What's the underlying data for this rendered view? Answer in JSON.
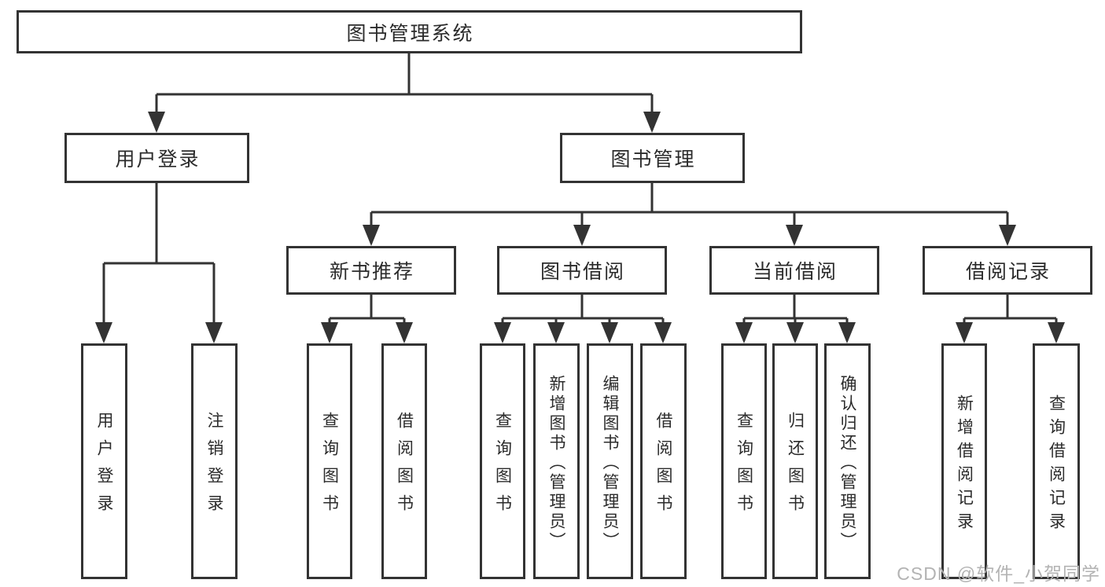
{
  "colors": {
    "line": "#333333",
    "box_border": "#333333",
    "text": "#2b2b2b",
    "background": "#ffffff",
    "watermark": "#b3b3b3"
  },
  "nodes": {
    "root": {
      "label": "图书管理系统"
    },
    "level2": [
      {
        "label": "用户登录"
      },
      {
        "label": "图书管理"
      }
    ],
    "level3": [
      {
        "label": "新书推荐"
      },
      {
        "label": "图书借阅"
      },
      {
        "label": "当前借阅"
      },
      {
        "label": "借阅记录"
      }
    ],
    "leaves": [
      {
        "label": "用户登录"
      },
      {
        "label": "注销登录"
      },
      {
        "label": "查询图书"
      },
      {
        "label": "借阅图书"
      },
      {
        "label": "查询图书"
      },
      {
        "label": "新增图书（管理员）"
      },
      {
        "label": "编辑图书（管理员）"
      },
      {
        "label": "借阅图书"
      },
      {
        "label": "查询图书"
      },
      {
        "label": "归还图书"
      },
      {
        "label": "确认归还（管理员）"
      },
      {
        "label": "新增借阅记录"
      },
      {
        "label": "查询借阅记录"
      }
    ]
  },
  "watermark": {
    "text": "CSDN @软件_小贺同学"
  }
}
